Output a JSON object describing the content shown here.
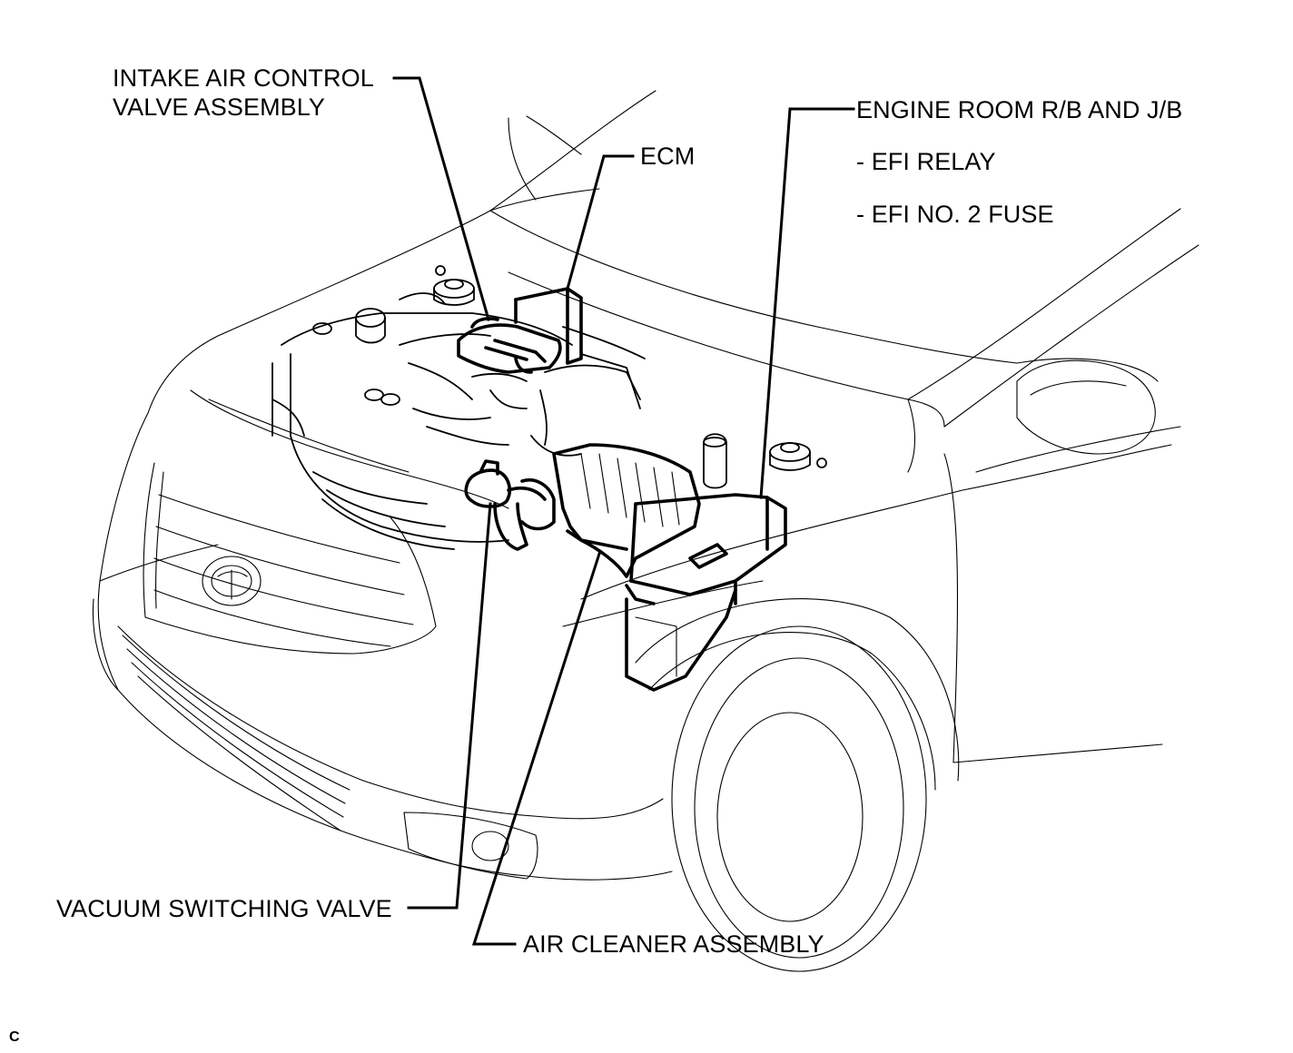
{
  "labels": {
    "intake_air_line1": "INTAKE AIR CONTROL",
    "intake_air_line2": "VALVE ASSEMBLY",
    "ecm": "ECM",
    "engine_room": "ENGINE ROOM R/B AND J/B",
    "efi_relay": "- EFI RELAY",
    "efi_fuse": "- EFI NO. 2 FUSE",
    "vacuum_valve": "VACUUM SWITCHING VALVE",
    "air_cleaner": "AIR CLEANER ASSEMBLY",
    "corner_mark": "C"
  }
}
